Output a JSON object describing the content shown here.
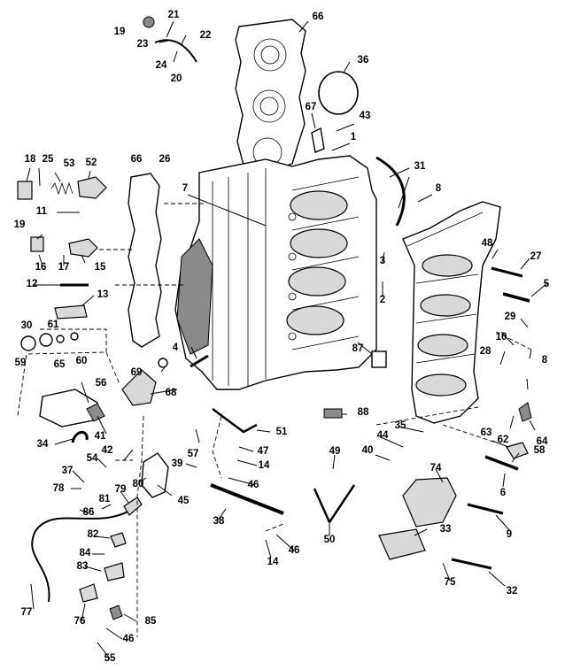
{
  "diagram": {
    "callouts": [
      {
        "id": "c19a",
        "text": "19"
      },
      {
        "id": "c21",
        "text": "21"
      },
      {
        "id": "c22",
        "text": "22"
      },
      {
        "id": "c23",
        "text": "23"
      },
      {
        "id": "c24",
        "text": "24"
      },
      {
        "id": "c20",
        "text": "20"
      },
      {
        "id": "c66a",
        "text": "66"
      },
      {
        "id": "c36",
        "text": "36"
      },
      {
        "id": "c67",
        "text": "67"
      },
      {
        "id": "c43",
        "text": "43"
      },
      {
        "id": "c1",
        "text": "1"
      },
      {
        "id": "c31",
        "text": "31"
      },
      {
        "id": "c8a",
        "text": "8"
      },
      {
        "id": "c18",
        "text": "18"
      },
      {
        "id": "c25",
        "text": "25"
      },
      {
        "id": "c53",
        "text": "53"
      },
      {
        "id": "c52",
        "text": "52"
      },
      {
        "id": "c66b",
        "text": "66"
      },
      {
        "id": "c26",
        "text": "26"
      },
      {
        "id": "c7",
        "text": "7"
      },
      {
        "id": "c11",
        "text": "11"
      },
      {
        "id": "c19b",
        "text": "19"
      },
      {
        "id": "c16",
        "text": "16"
      },
      {
        "id": "c17",
        "text": "17"
      },
      {
        "id": "c15",
        "text": "15"
      },
      {
        "id": "c48",
        "text": "48"
      },
      {
        "id": "c27",
        "text": "27"
      },
      {
        "id": "c3",
        "text": "3"
      },
      {
        "id": "c12",
        "text": "12"
      },
      {
        "id": "c5",
        "text": "5"
      },
      {
        "id": "c2",
        "text": "2"
      },
      {
        "id": "c13",
        "text": "13"
      },
      {
        "id": "c29",
        "text": "29"
      },
      {
        "id": "c30",
        "text": "30"
      },
      {
        "id": "c61",
        "text": "61"
      },
      {
        "id": "c10",
        "text": "10"
      },
      {
        "id": "c65",
        "text": "65"
      },
      {
        "id": "c60",
        "text": "60"
      },
      {
        "id": "c59",
        "text": "59"
      },
      {
        "id": "c4",
        "text": "4"
      },
      {
        "id": "c28",
        "text": "28"
      },
      {
        "id": "c8b",
        "text": "8"
      },
      {
        "id": "c87",
        "text": "87"
      },
      {
        "id": "c69",
        "text": "69"
      },
      {
        "id": "c56",
        "text": "56"
      },
      {
        "id": "c68",
        "text": "68"
      },
      {
        "id": "c88",
        "text": "88"
      },
      {
        "id": "c35",
        "text": "35"
      },
      {
        "id": "c63",
        "text": "63"
      },
      {
        "id": "c64",
        "text": "64"
      },
      {
        "id": "c44",
        "text": "44"
      },
      {
        "id": "c62",
        "text": "62"
      },
      {
        "id": "c51",
        "text": "51"
      },
      {
        "id": "c41",
        "text": "41"
      },
      {
        "id": "c34",
        "text": "34"
      },
      {
        "id": "c57",
        "text": "57"
      },
      {
        "id": "c40",
        "text": "40"
      },
      {
        "id": "c58",
        "text": "58"
      },
      {
        "id": "c42",
        "text": "42"
      },
      {
        "id": "c47",
        "text": "47"
      },
      {
        "id": "c49",
        "text": "49"
      },
      {
        "id": "c54",
        "text": "54"
      },
      {
        "id": "c39",
        "text": "39"
      },
      {
        "id": "c14a",
        "text": "14"
      },
      {
        "id": "c74",
        "text": "74"
      },
      {
        "id": "c6",
        "text": "6"
      },
      {
        "id": "c37",
        "text": "37"
      },
      {
        "id": "c80",
        "text": "80"
      },
      {
        "id": "c46a",
        "text": "46"
      },
      {
        "id": "c79",
        "text": "79"
      },
      {
        "id": "c45",
        "text": "45"
      },
      {
        "id": "c78",
        "text": "78"
      },
      {
        "id": "c81",
        "text": "81"
      },
      {
        "id": "c86",
        "text": "86"
      },
      {
        "id": "c38",
        "text": "38"
      },
      {
        "id": "c9",
        "text": "9"
      },
      {
        "id": "c82",
        "text": "82"
      },
      {
        "id": "c50",
        "text": "50"
      },
      {
        "id": "c33",
        "text": "33"
      },
      {
        "id": "c84",
        "text": "84"
      },
      {
        "id": "c46b",
        "text": "46"
      },
      {
        "id": "c14b",
        "text": "14"
      },
      {
        "id": "c83",
        "text": "83"
      },
      {
        "id": "c75",
        "text": "75"
      },
      {
        "id": "c32",
        "text": "32"
      },
      {
        "id": "c77",
        "text": "77"
      },
      {
        "id": "c76",
        "text": "76"
      },
      {
        "id": "c85",
        "text": "85"
      },
      {
        "id": "c46c",
        "text": "46"
      },
      {
        "id": "c55",
        "text": "55"
      }
    ]
  }
}
